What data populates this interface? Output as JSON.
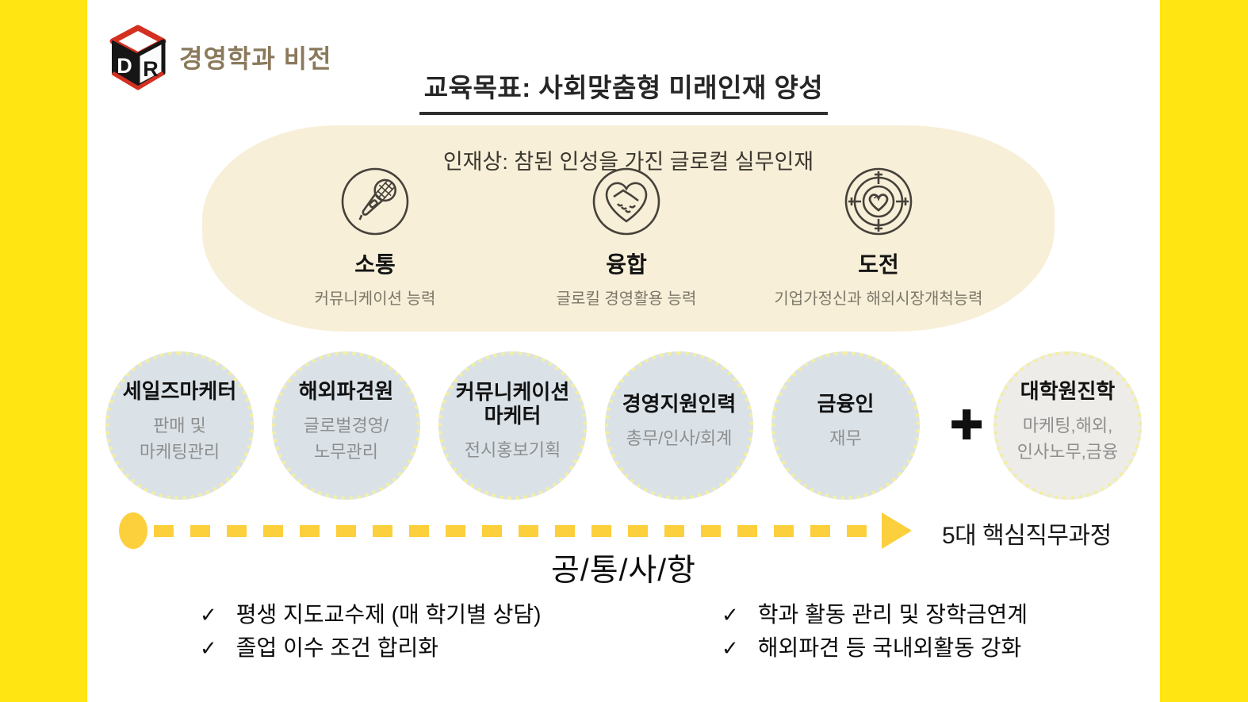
{
  "brand": {
    "title": "경영학과 비전",
    "cube_letters": {
      "d": "D",
      "r": "R"
    }
  },
  "header": {
    "title": "교육목표: 사회맞춤형 미래인재 양성"
  },
  "talent_zone": {
    "title": "인재상: 참된 인성을 가진 글로컬 실무인재",
    "items": [
      {
        "icon": "microphone-icon",
        "label": "소통",
        "desc": "커뮤니케이션 능력"
      },
      {
        "icon": "handshake-heart-icon",
        "label": "융합",
        "desc": "글로킬 경영활용 능력"
      },
      {
        "icon": "target-heart-icon",
        "label": "도전",
        "desc": "기업가정신과 해외시장개척능력"
      }
    ]
  },
  "tracks": {
    "circles": [
      {
        "title_lines": [
          "세일즈마케터"
        ],
        "sub_lines": [
          "판매 및",
          "마케팅관리"
        ]
      },
      {
        "title_lines": [
          "해외파견원"
        ],
        "sub_lines": [
          "글로벌경영/",
          "노무관리"
        ]
      },
      {
        "title_lines": [
          "커뮤니케이션",
          "마케터"
        ],
        "sub_lines": [
          "전시홍보기획"
        ]
      },
      {
        "title_lines": [
          "경영지원인력"
        ],
        "sub_lines": [
          "총무/인사/회계"
        ]
      },
      {
        "title_lines": [
          "금융인"
        ],
        "sub_lines": [
          "재무"
        ]
      }
    ],
    "plus_sign": "✚",
    "grad_circle": {
      "title_lines": [
        "대학원진학"
      ],
      "sub_lines": [
        "마케팅,해외,",
        "인사노무,금융"
      ]
    },
    "arrow_caption": "5대 핵심직무과정"
  },
  "common": {
    "title": "공/통/사/항",
    "check_mark": "✓",
    "left_items": [
      "평생 지도교수제 (매 학기별 상담)",
      "졸업 이수 조건 합리화"
    ],
    "right_items": [
      "학과 활동 관리 및 장학금연계",
      "해외파견 등 국내외활동 강화"
    ]
  },
  "colors": {
    "side_bar": "#ffe512",
    "blob_bg": "#f7efd8",
    "track_circle_bg": "#dae2e8",
    "grad_circle_bg": "#edece8",
    "dotted_border": "#f3efa2",
    "arrow": "#fccf3d",
    "brand_text": "#8a795c",
    "logo_red": "#d42f21"
  }
}
